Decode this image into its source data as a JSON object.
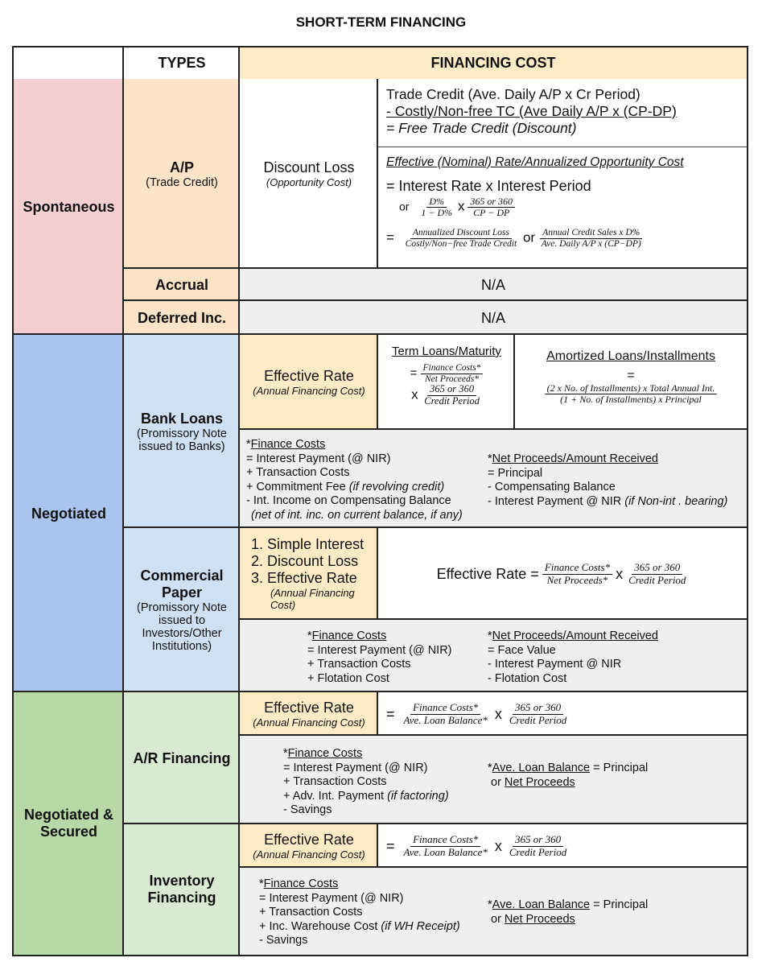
{
  "title": "SHORT-TERM FINANCING",
  "header": {
    "types": "TYPES",
    "cost": "FINANCING COST"
  },
  "categories": {
    "spontaneous": "Spontaneous",
    "negotiated": "Negotiated",
    "negotiated_secured": "Negotiated & Secured"
  },
  "ap": {
    "type": "A/P",
    "type_sub": "(Trade Credit)",
    "discount_loss": "Discount Loss",
    "discount_loss_sub": "(Opportunity Cost)",
    "line1": "Trade Credit (Ave. Daily A/P x Cr Period)",
    "line2": "- Costly/Non-free TC (Ave Daily A/P x (CP-DP)",
    "line3": "= Free Trade Credit (Discount)",
    "eff_title": "Effective (Nominal) Rate/Annualized Opportunity Cost",
    "eq1": "= Interest Rate x Interest Period",
    "or": "or",
    "x": "x",
    "f1_num": "D%",
    "f1_den": "1 − D%",
    "f2_num": "365 or 360",
    "f2_den": "CP − DP",
    "eq": "=",
    "f3_num": "Annualized Discount Loss",
    "f3_den": "Costly/Non−free Trade Credit",
    "or2": "or",
    "f4_num": "Annual Credit Sales x D%",
    "f4_den": "Ave. Daily A/P x (CP−DP)"
  },
  "accrual": {
    "type": "Accrual",
    "value": "N/A"
  },
  "deferred": {
    "type": "Deferred Inc.",
    "value": "N/A"
  },
  "bank": {
    "type": "Bank Loans",
    "type_sub": "(Promissory Note issued to Banks)",
    "eff": "Effective Rate",
    "eff_sub": "(Annual Financing Cost)",
    "term_title": "Term Loans/Maturity",
    "eq": "=",
    "x": "x",
    "t_num": "Finance Costs*",
    "t_den": "Net Proceeds*",
    "t2_num": "365 or 360",
    "t2_den": "Credit Period",
    "amort_title": "Amortized Loans/Installments",
    "a_num": "(2 x No. of Installments) x Total Annual Int.",
    "a_den": "(1 + No. of Installments) x Principal",
    "fc_title": "Finance Costs",
    "fc_star": "*",
    "fc_lines": [
      "= Interest Payment (@ NIR)",
      "+ Transaction Costs",
      "+ Commitment Fee",
      "- Int. Income on Compensating Balance"
    ],
    "fc_note1": "(if revolving credit)",
    "fc_note2": "(net of int. inc. on current balance, if any)",
    "np_title": "Net Proceeds/Amount Received",
    "np_lines": [
      "= Principal",
      "- Compensating Balance",
      "- Interest Payment @ NIR"
    ],
    "np_note": "(if Non-int . bearing)"
  },
  "cp": {
    "type": "Commercial Paper",
    "type_sub": "(Promissory Note issued to Investors/Other Institutions)",
    "items": [
      "Simple Interest",
      "Discount Loss",
      "Effective Rate"
    ],
    "nums": [
      "1.",
      "2.",
      "3."
    ],
    "item_sub": "(Annual Financing Cost)",
    "eff_label": "Effective Rate =",
    "x": "x",
    "f_num": "Finance Costs*",
    "f_den": "Net Proceeds*",
    "f2_num": "365 or 360",
    "f2_den": "Credit Period",
    "fc_title": "Finance Costs",
    "fc_lines": [
      "= Interest Payment (@ NIR)",
      "+ Transaction Costs",
      "+ Flotation Cost"
    ],
    "np_title": "Net Proceeds/Amount Received",
    "np_lines": [
      "= Face Value",
      "- Interest Payment @ NIR",
      "- Flotation Cost"
    ]
  },
  "ar": {
    "type": "A/R Financing",
    "eff": "Effective Rate",
    "eff_sub": "(Annual Financing Cost)",
    "eq": "=",
    "x": "x",
    "f_num": "Finance Costs*",
    "f_den": "Ave. Loan Balance*",
    "f2_num": "365 or 360",
    "f2_den": "Credit Period",
    "fc_title": "Finance Costs",
    "fc_lines": [
      "= Interest Payment (@ NIR)",
      "+ Transaction Costs",
      "+ Adv. Int. Payment",
      "- Savings"
    ],
    "fc_note": "(if factoring)",
    "alb_title": "Ave. Loan Balance",
    "alb_rest": " = Principal",
    "alb_or": "or ",
    "alb_np": "Net Proceeds"
  },
  "inv": {
    "type": "Inventory Financing",
    "eff": "Effective Rate",
    "eff_sub": "(Annual Financing Cost)",
    "eq": "=",
    "x": "x",
    "f_num": "Finance Costs*",
    "f_den": "Ave. Loan Balance*",
    "f2_num": "365 or 360",
    "f2_den": "Credit Period",
    "fc_title": "Finance Costs",
    "fc_lines": [
      "= Interest Payment (@ NIR)",
      "+ Transaction Costs",
      "+ Inc. Warehouse Cost",
      "- Savings"
    ],
    "fc_note": "(if WH Receipt)",
    "alb_title": "Ave. Loan Balance",
    "alb_rest": " = Principal",
    "alb_or": "or ",
    "alb_np": "Net Proceeds"
  }
}
